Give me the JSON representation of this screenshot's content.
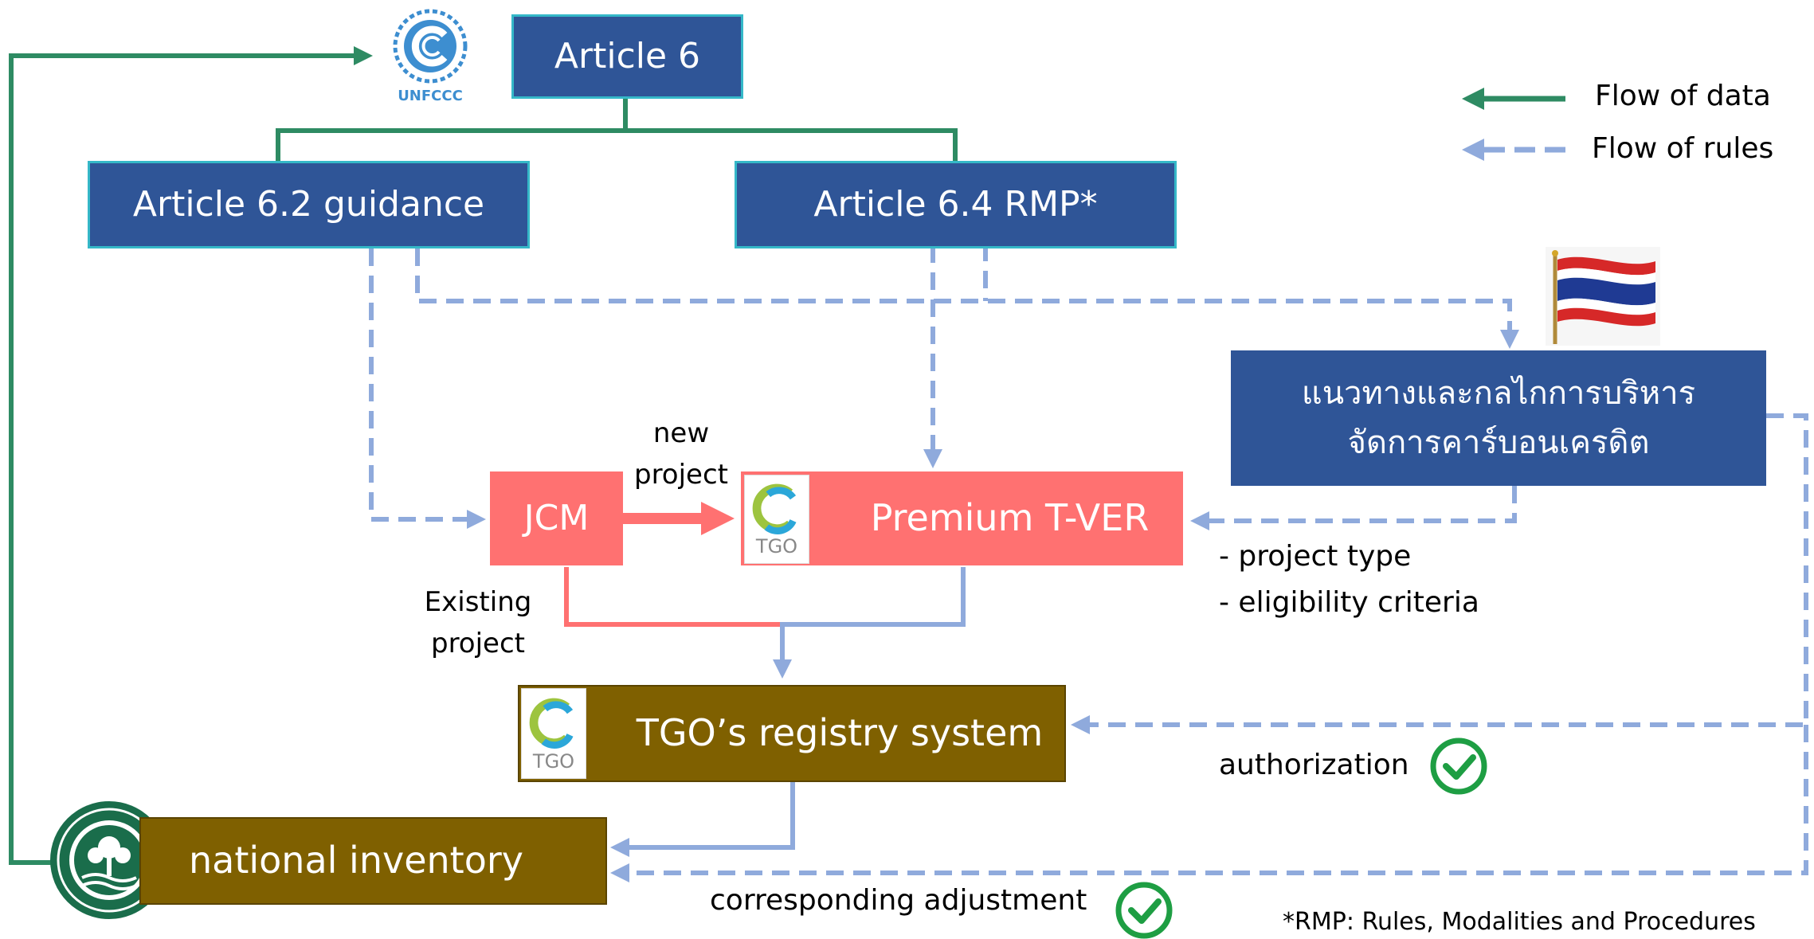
{
  "nodes": {
    "article6": "Article 6",
    "article62": "Article 6.2 guidance",
    "article64": "Article 6.4 RMP*",
    "thai_line1": "แนวทางและกลไกการบริหาร",
    "thai_line2": "จัดการคาร์บอนเครดิต",
    "jcm": "JCM",
    "premium_tver": "Premium T-VER",
    "registry": "TGO’s registry system",
    "inventory": "national inventory"
  },
  "labels": {
    "new_project_1": "new",
    "new_project_2": "project",
    "existing_project_1": "Existing",
    "existing_project_2": "project",
    "criteria_1": "-  project type",
    "criteria_2": "-  eligibility criteria",
    "authorization": "authorization",
    "corresponding_adjustment": "corresponding adjustment",
    "footnote": "*RMP: Rules, Modalities and Procedures"
  },
  "legend": {
    "data": "Flow of data",
    "rules": "Flow of rules"
  },
  "logos": {
    "unfccc": "UNFCCC",
    "tgo": "TGO"
  },
  "colors": {
    "box_blue": "#2F5597",
    "box_red": "#FF7171",
    "box_olive": "#7F6000",
    "flow_data": "#2E8B63",
    "flow_rules": "#8FAADC",
    "check": "#1E9E43"
  }
}
